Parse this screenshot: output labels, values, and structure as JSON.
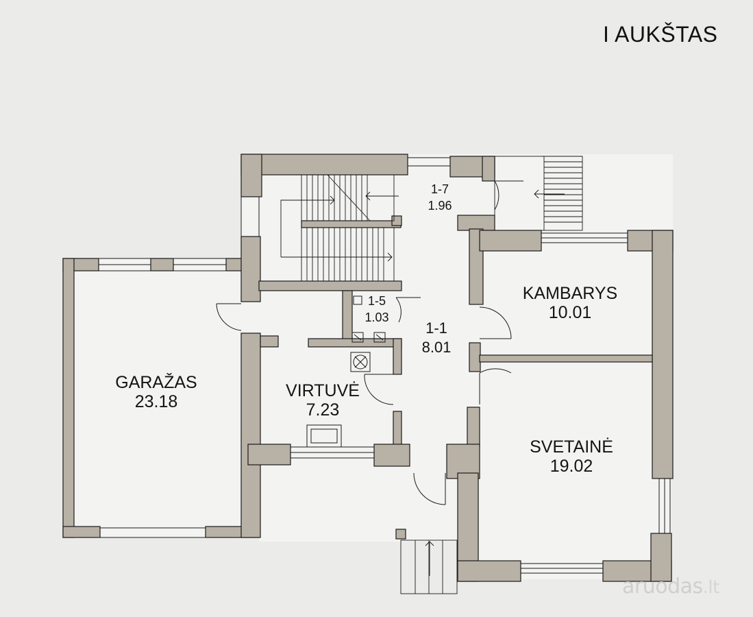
{
  "floor_title": "I AUKŠTAS",
  "rooms": [
    {
      "id": "garazas",
      "name": "GARAŽAS",
      "area": "23.18"
    },
    {
      "id": "virtuve",
      "name": "VIRTUVĖ",
      "area": "7.23"
    },
    {
      "id": "kambarys",
      "name": "KAMBARYS",
      "area": "10.01"
    },
    {
      "id": "svetaine",
      "name": "SVETAINĖ",
      "area": "19.02"
    },
    {
      "id": "r1-1",
      "name": "1-1",
      "area": "8.01"
    },
    {
      "id": "r1-5",
      "name": "1-5",
      "area": "1.03"
    },
    {
      "id": "r1-7",
      "name": "1-7",
      "area": "1.96"
    }
  ],
  "watermark": {
    "text": "aruodas",
    "suffix": ".lt"
  },
  "colors": {
    "wall": "#b8b1a5",
    "line": "#1a1a1a",
    "background": "#ebebe9"
  }
}
